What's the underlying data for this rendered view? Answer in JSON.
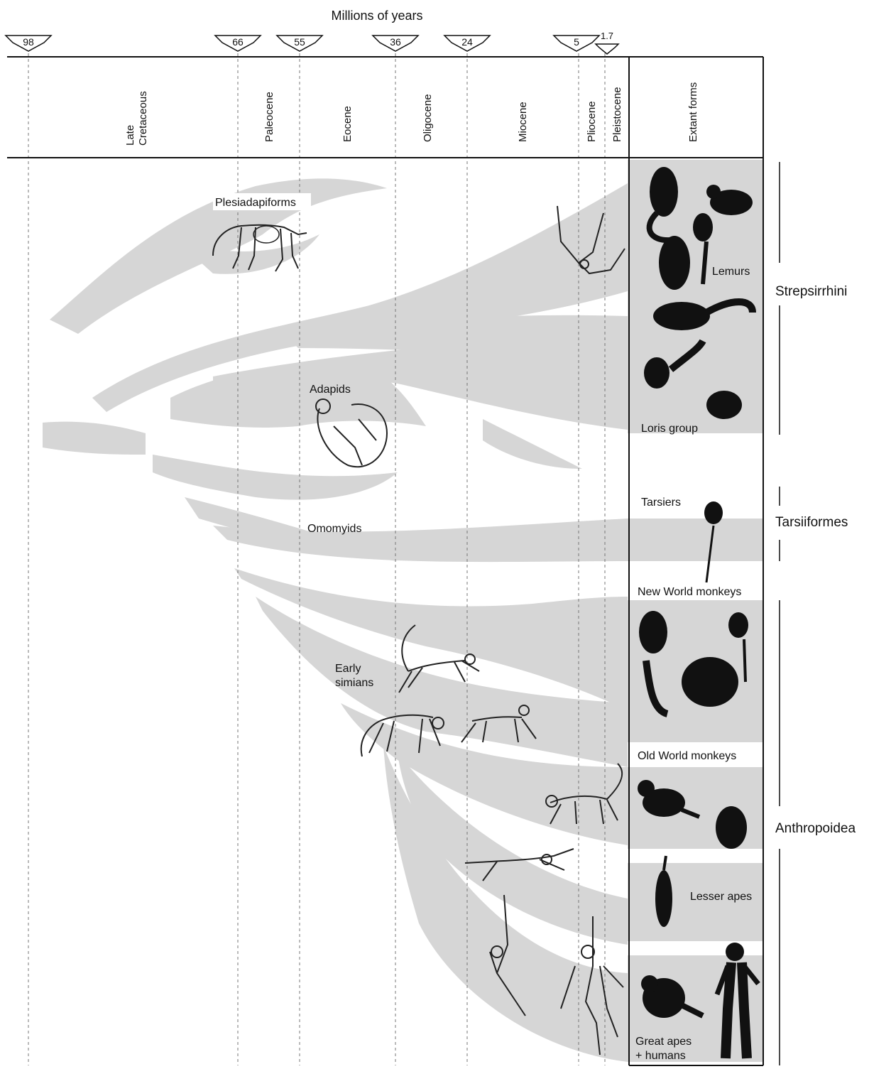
{
  "header": {
    "title": "Millions of years"
  },
  "time_markers": [
    "98",
    "66",
    "55",
    "36",
    "24",
    "5",
    "1.7"
  ],
  "epochs": [
    {
      "label_line1": "Late",
      "label_line2": "Cretaceous"
    },
    {
      "label_line1": "Paleocene"
    },
    {
      "label_line1": "Eocene"
    },
    {
      "label_line1": "Oligocene"
    },
    {
      "label_line1": "Miocene"
    },
    {
      "label_line1": "Pliocene"
    },
    {
      "label_line1": "Pleistocene"
    },
    {
      "label_line1": "Extant forms"
    }
  ],
  "fossil_labels": {
    "plesiadapiforms": "Plesiadapiforms",
    "adapids": "Adapids",
    "omomyids": "Omomyids",
    "early_simians_1": "Early",
    "early_simians_2": "simians"
  },
  "extant_labels": {
    "lemurs": "Lemurs",
    "loris": "Loris group",
    "tarsiers": "Tarsiers",
    "nwm": "New World monkeys",
    "owm": "Old World monkeys",
    "lesser_apes": "Lesser apes",
    "great_apes_1": "Great apes",
    "great_apes_2": "+ humans"
  },
  "groups": {
    "strepsirrhini": "Strepsirrhini",
    "tarsiiformes": "Tarsiiformes",
    "anthropoidea": "Anthropoidea"
  },
  "colors": {
    "branch": "#d6d6d6",
    "ink": "#111111",
    "grid": "#777777"
  }
}
